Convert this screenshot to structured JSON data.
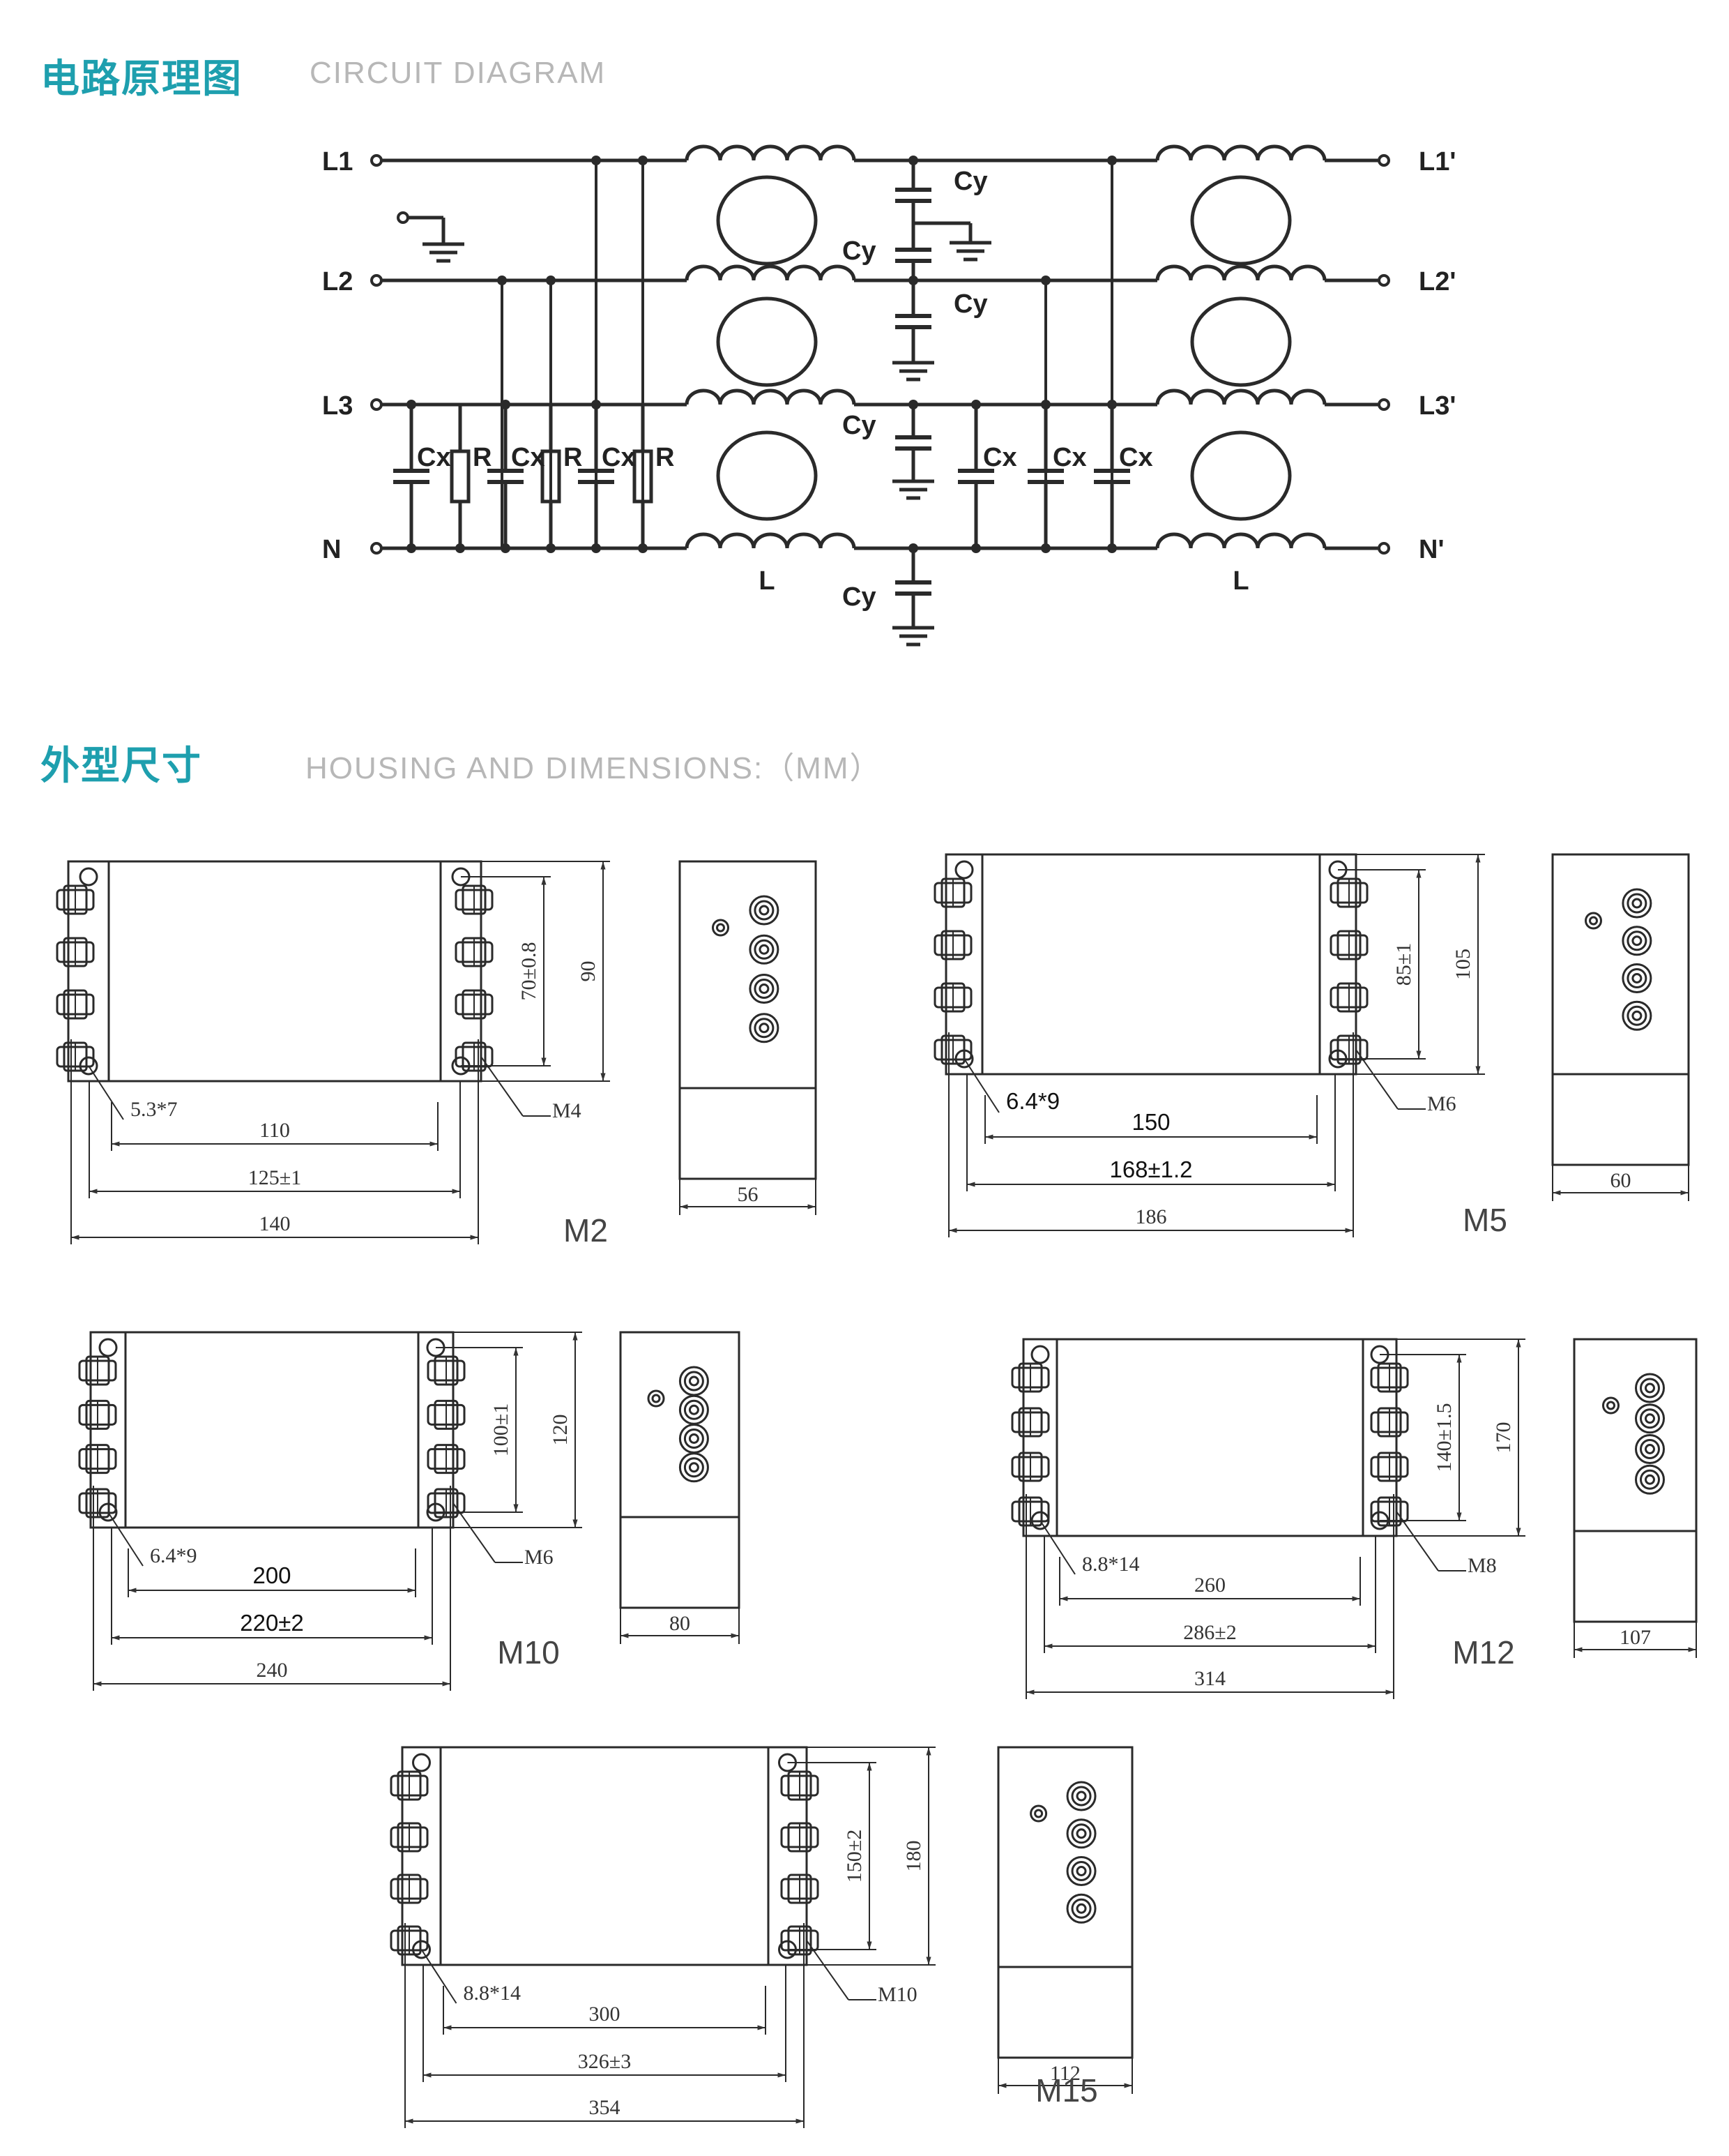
{
  "sections": {
    "circuit": {
      "title_cn": "电路原理图",
      "title_en": "CIRCUIT DIAGRAM"
    },
    "housing": {
      "title_cn": "外型尺寸",
      "title_en": "HOUSING AND DIMENSIONS:（MM）"
    }
  },
  "circuit": {
    "inputs": [
      "L1",
      "L2",
      "L3",
      "N"
    ],
    "outputs": [
      "L1'",
      "L2'",
      "L3'",
      "N'"
    ],
    "cx": "Cx",
    "r": "R",
    "cy": "Cy",
    "l": "L"
  },
  "models": [
    {
      "name": "M2",
      "hole": "5.3*7",
      "inner": "110",
      "mid": "125±1",
      "outer": "140",
      "h_inner": "70±0.8",
      "h_outer": "90",
      "bolt": "M4",
      "depth": "56"
    },
    {
      "name": "M5",
      "hole": "6.4*9",
      "inner": "150",
      "mid": "168±1.2",
      "outer": "186",
      "h_inner": "85±1",
      "h_outer": "105",
      "bolt": "M6",
      "depth": "60"
    },
    {
      "name": "M10",
      "hole": "6.4*9",
      "inner": "200",
      "mid": "220±2",
      "outer": "240",
      "h_inner": "100±1",
      "h_outer": "120",
      "bolt": "M6",
      "depth": "80"
    },
    {
      "name": "M12",
      "hole": "8.8*14",
      "inner": "260",
      "mid": "286±2",
      "outer": "314",
      "h_inner": "140±1.5",
      "h_outer": "170",
      "bolt": "M8",
      "depth": "107"
    },
    {
      "name": "M15",
      "hole": "8.8*14",
      "inner": "300",
      "mid": "326±3",
      "outer": "354",
      "h_inner": "150±2",
      "h_outer": "180",
      "bolt": "M10",
      "depth": "112"
    }
  ]
}
